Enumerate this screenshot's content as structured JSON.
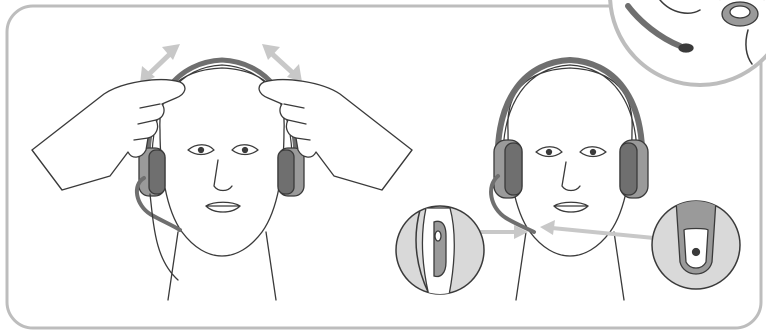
{
  "figure": {
    "panels": [
      {
        "id": "fit-headband",
        "caption": ""
      },
      {
        "id": "position-microphone",
        "caption": ""
      }
    ],
    "inset": {
      "content": "headset-product-view"
    },
    "detail_callouts": [
      {
        "id": "mic-boom-side-view"
      },
      {
        "id": "mic-boom-front-view"
      }
    ]
  },
  "colors": {
    "frame": "#bdbdbd",
    "line": "#3a3a3a",
    "skin": "#ffffff",
    "earcup": "#9a9a9a",
    "earcup_dark": "#6f6f6f",
    "arrow": "#c8c8c8",
    "callout_fill": "#d9d9d9"
  }
}
